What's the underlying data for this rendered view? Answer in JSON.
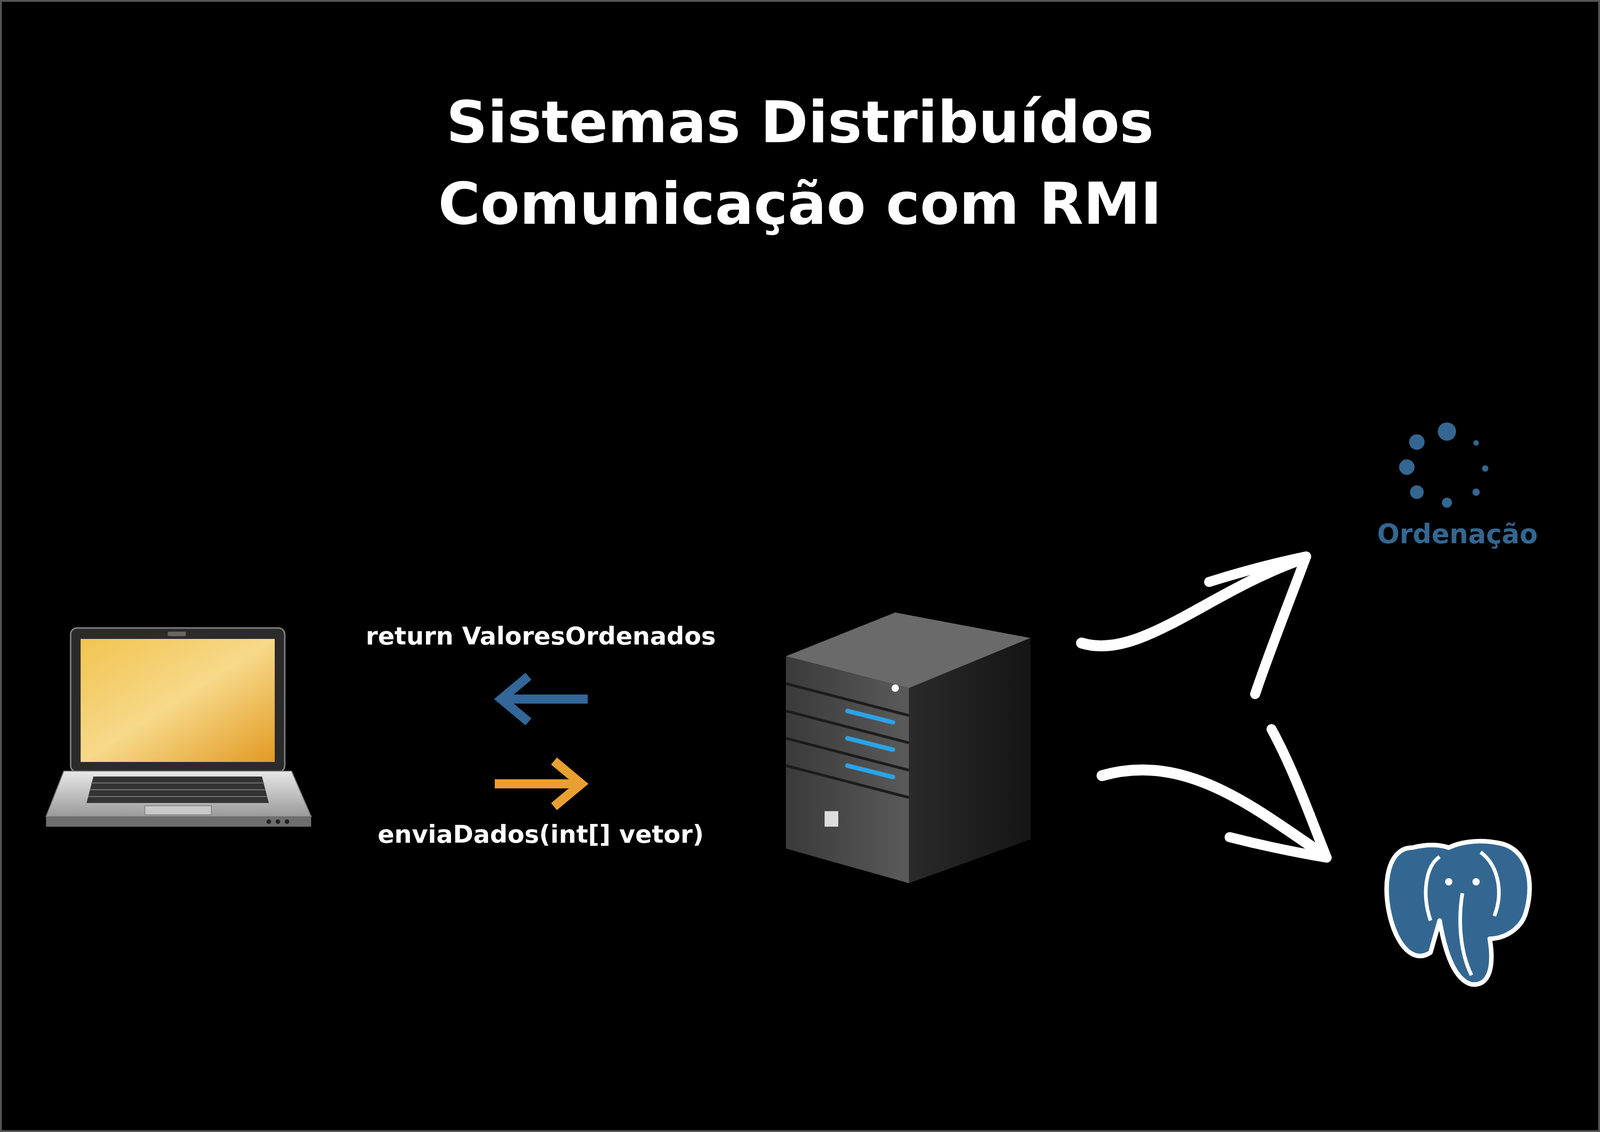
{
  "diagram": {
    "title": "Sistemas Distribuídos Comunicação com RMI",
    "labels": [
      "return ValoresOrdenados",
      "enviaDados(int[] vetor)",
      "Ordenação"
    ]
  }
}
